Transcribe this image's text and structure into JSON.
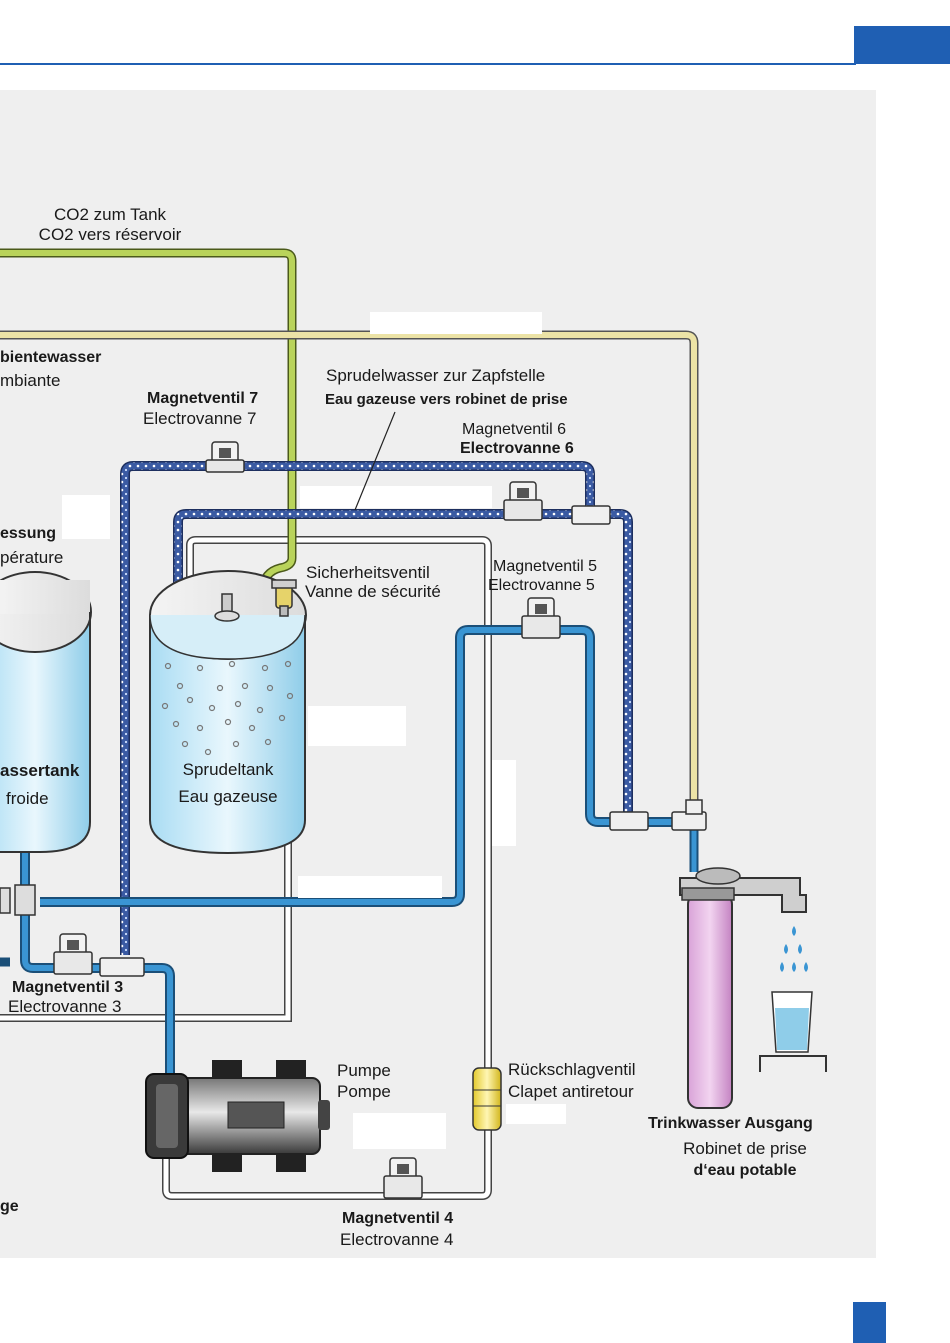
{
  "header": {
    "accent_color": "#1f5fb3"
  },
  "colors": {
    "co2_line": "#b9d35a",
    "soda_line": "#3a5aa3",
    "water_line": "#3a95d3",
    "ambient_line": "#ece3a6",
    "white_line": "#ffffff",
    "filter": "#cd8fcb"
  },
  "labels": {
    "co2_to_tank_de": "CO2 zum Tank",
    "co2_to_tank_fr": "CO2 vers réservoir",
    "ambient_de": "bientewasser",
    "ambient_fr": "mbiante",
    "soda_to_tap_de": "Sprudelwasser zur Zapfstelle",
    "soda_to_tap_fr": "Eau gazeuse vers robinet de prise",
    "valve7_de": "Magnetventil 7",
    "valve7_fr": "Electrovanne 7",
    "valve6_de": "Magnetventil 6",
    "valve6_fr": "Electrovanne 6",
    "temp_de": "essung",
    "temp_fr": "pérature",
    "safety_valve_de": "Sicherheitsventil",
    "safety_valve_fr": "Vanne de sécurité",
    "valve5_de": "Magnetventil 5",
    "valve5_fr": "Electrovanne 5",
    "water_tank_de": "assertank",
    "water_tank_fr": "froide",
    "soda_tank_de": "Sprudeltank",
    "soda_tank_fr": "Eau gazeuse",
    "valve3_de": "Magnetventil 3",
    "valve3_fr": "Electrovanne 3",
    "pump_de": "Pumpe",
    "pump_fr": "Pompe",
    "check_valve_de": "Rückschlagventil",
    "check_valve_fr": "Clapet antiretour",
    "drinking_outlet_de": "Trinkwasser Ausgang",
    "drinking_outlet_fr_1": "Robinet de prise",
    "drinking_outlet_fr_2": "d‘eau potable",
    "valve4_de": "Magnetventil 4",
    "valve4_fr": "Electrovanne 4",
    "bottom_left": "ge"
  }
}
